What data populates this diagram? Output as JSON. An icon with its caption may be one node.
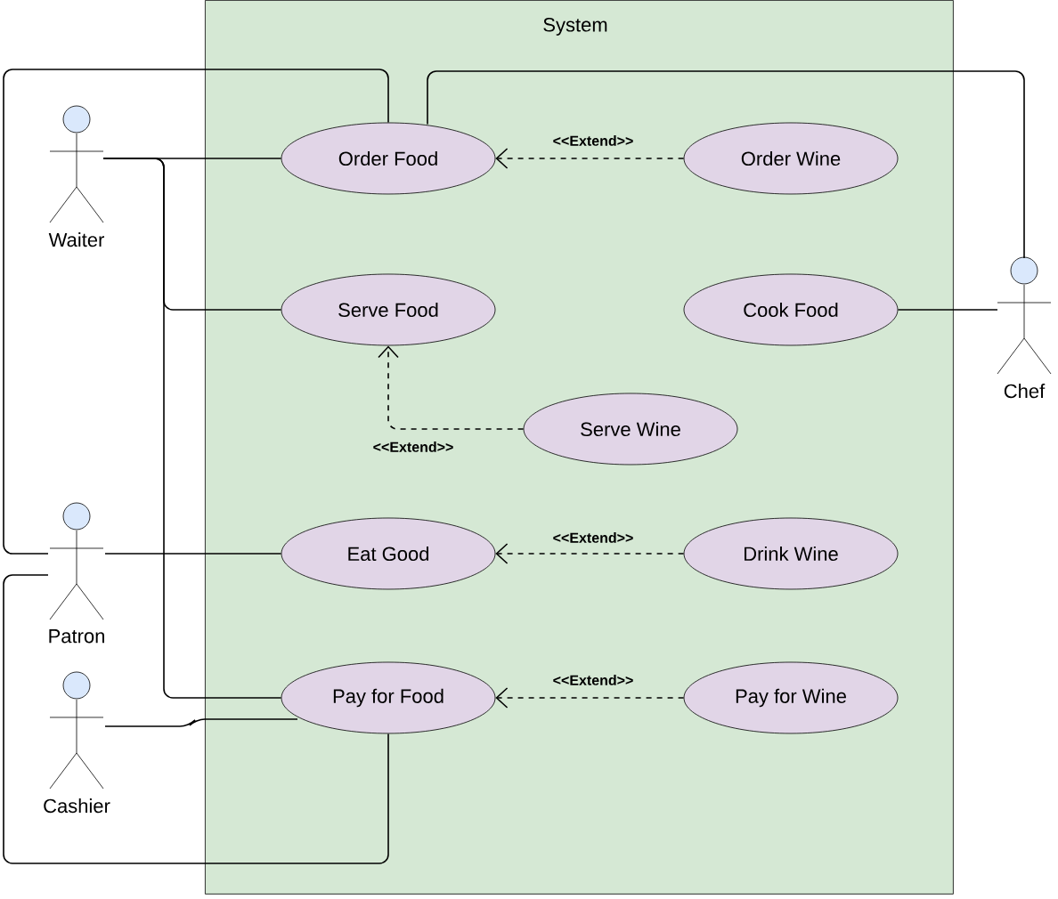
{
  "diagram": {
    "nodes": [
      {
        "text": [
          "System"
        ]
      },
      {
        "text": [
          "Order Food"
        ],
        "in": 0
      },
      {
        "text": [
          "Order Wine"
        ],
        "in": 0
      },
      {
        "text": [
          "Serve Food"
        ],
        "in": 0
      },
      {
        "text": [
          "Cook Food"
        ],
        "in": 0
      },
      {
        "text": [
          "Serve Wine"
        ],
        "in": 0
      },
      {
        "text": [
          "Eat Good"
        ],
        "in": 0
      },
      {
        "text": [
          "Drink Wine"
        ],
        "in": 0
      },
      {
        "text": [
          "Pay for Food"
        ],
        "in": 0
      },
      {
        "text": [
          "Pay for Wine"
        ],
        "in": 0
      },
      {
        "text": [
          "Waiter"
        ]
      },
      {
        "text": [
          "Chef"
        ]
      },
      {
        "text": [
          "Patron"
        ]
      },
      {
        "text": [
          "Cashier"
        ]
      }
    ],
    "edges": [
      {
        "from": 10,
        "to": 1,
        "arrow": "none"
      },
      {
        "from": 10,
        "to": 3,
        "arrow": "none"
      },
      {
        "from": 10,
        "to": 8,
        "arrow": "none"
      },
      {
        "from": 12,
        "to": 1,
        "arrow": "none"
      },
      {
        "from": 11,
        "to": 1,
        "arrow": "none"
      },
      {
        "from": 11,
        "to": 4,
        "arrow": "none"
      },
      {
        "from": 12,
        "to": 6,
        "arrow": "none"
      },
      {
        "from": 12,
        "to": 8,
        "arrow": "none"
      },
      {
        "from": 13,
        "to": 8,
        "arrow": "none"
      },
      {
        "from": 2,
        "to": 1,
        "arrow": "to",
        "style": "dashed",
        "label": "<<Extend>>"
      },
      {
        "from": 5,
        "to": 3,
        "arrow": "to",
        "style": "dashed",
        "label": "<<Extend>>"
      },
      {
        "from": 7,
        "to": 6,
        "arrow": "to",
        "style": "dashed",
        "label": "<<Extend>>"
      },
      {
        "from": 9,
        "to": 8,
        "arrow": "to",
        "style": "dashed",
        "label": "<<Extend>>"
      }
    ]
  }
}
